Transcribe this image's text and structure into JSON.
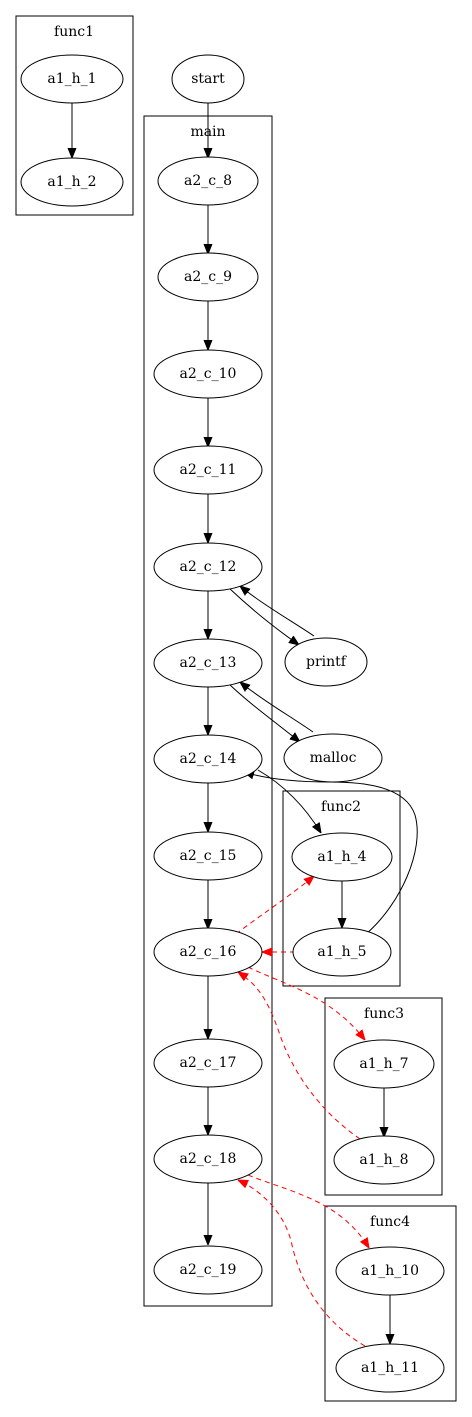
{
  "colors": {
    "call_edge": "#000000",
    "cross_cluster_edge": "#ff0000",
    "node_fill": "#ffffff",
    "stroke": "#000000"
  },
  "clusters": {
    "func1": "func1",
    "main": "main",
    "func2": "func2",
    "func3": "func3",
    "func4": "func4"
  },
  "nodes": {
    "a1_h_1": "a1_h_1",
    "a1_h_2": "a1_h_2",
    "start": "start",
    "a2_c_8": "a2_c_8",
    "a2_c_9": "a2_c_9",
    "a2_c_10": "a2_c_10",
    "a2_c_11": "a2_c_11",
    "a2_c_12": "a2_c_12",
    "printf": "printf",
    "a2_c_13": "a2_c_13",
    "malloc": "malloc",
    "a2_c_14": "a2_c_14",
    "a1_h_4": "a1_h_4",
    "a2_c_15": "a2_c_15",
    "a2_c_16": "a2_c_16",
    "a1_h_5": "a1_h_5",
    "a1_h_7": "a1_h_7",
    "a2_c_17": "a2_c_17",
    "a1_h_8": "a1_h_8",
    "a2_c_18": "a2_c_18",
    "a1_h_10": "a1_h_10",
    "a2_c_19": "a2_c_19",
    "a1_h_11": "a1_h_11"
  },
  "edges": [
    {
      "from": "a1_h_1",
      "to": "a1_h_2",
      "style": "solid"
    },
    {
      "from": "start",
      "to": "a2_c_8",
      "style": "solid"
    },
    {
      "from": "a2_c_8",
      "to": "a2_c_9",
      "style": "solid"
    },
    {
      "from": "a2_c_9",
      "to": "a2_c_10",
      "style": "solid"
    },
    {
      "from": "a2_c_10",
      "to": "a2_c_11",
      "style": "solid"
    },
    {
      "from": "a2_c_11",
      "to": "a2_c_12",
      "style": "solid"
    },
    {
      "from": "a2_c_12",
      "to": "a2_c_13",
      "style": "solid"
    },
    {
      "from": "a2_c_12",
      "to": "printf",
      "style": "solid"
    },
    {
      "from": "printf",
      "to": "a2_c_12",
      "style": "solid"
    },
    {
      "from": "a2_c_13",
      "to": "a2_c_14",
      "style": "solid"
    },
    {
      "from": "a2_c_13",
      "to": "malloc",
      "style": "solid"
    },
    {
      "from": "malloc",
      "to": "a2_c_13",
      "style": "solid"
    },
    {
      "from": "a2_c_14",
      "to": "a2_c_15",
      "style": "solid"
    },
    {
      "from": "a2_c_14",
      "to": "a1_h_4",
      "style": "solid"
    },
    {
      "from": "a1_h_4",
      "to": "a1_h_5",
      "style": "solid"
    },
    {
      "from": "a1_h_5",
      "to": "a2_c_14",
      "style": "solid"
    },
    {
      "from": "a2_c_15",
      "to": "a2_c_16",
      "style": "solid"
    },
    {
      "from": "a2_c_16",
      "to": "a1_h_4",
      "style": "dashed"
    },
    {
      "from": "a1_h_5",
      "to": "a2_c_16",
      "style": "dashed"
    },
    {
      "from": "a2_c_16",
      "to": "a2_c_17",
      "style": "solid"
    },
    {
      "from": "a2_c_16",
      "to": "a1_h_7",
      "style": "dashed"
    },
    {
      "from": "a1_h_7",
      "to": "a1_h_8",
      "style": "solid"
    },
    {
      "from": "a1_h_8",
      "to": "a2_c_16",
      "style": "dashed"
    },
    {
      "from": "a2_c_17",
      "to": "a2_c_18",
      "style": "solid"
    },
    {
      "from": "a2_c_18",
      "to": "a2_c_19",
      "style": "solid"
    },
    {
      "from": "a2_c_18",
      "to": "a1_h_10",
      "style": "dashed"
    },
    {
      "from": "a1_h_10",
      "to": "a1_h_11",
      "style": "solid"
    },
    {
      "from": "a1_h_11",
      "to": "a2_c_18",
      "style": "dashed"
    }
  ]
}
